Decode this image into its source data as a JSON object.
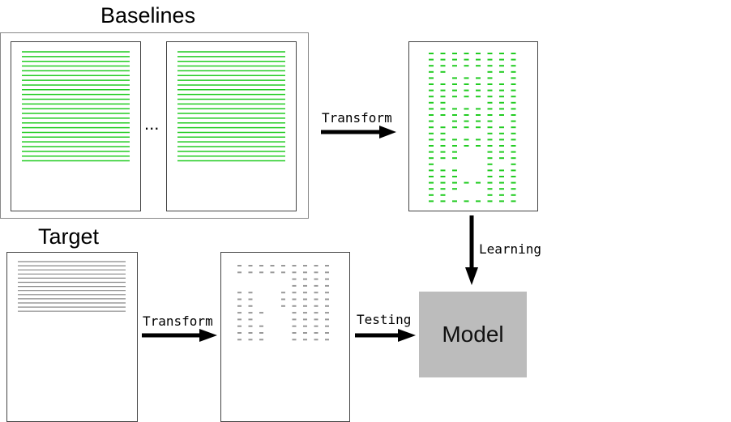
{
  "labels": {
    "baselines": "Baselines",
    "target": "Target",
    "ellipsis": "...",
    "transform_top": "Transform",
    "transform_bottom": "Transform",
    "learning": "Learning",
    "testing": "Testing",
    "model": "Model"
  },
  "colors": {
    "baseline_lines": "#22cc22",
    "baseline_dashes": "#22cc22",
    "target_lines": "#888888",
    "target_dashes": "#999999",
    "model_fill": "#bcbcbc",
    "arrow": "#000000"
  }
}
